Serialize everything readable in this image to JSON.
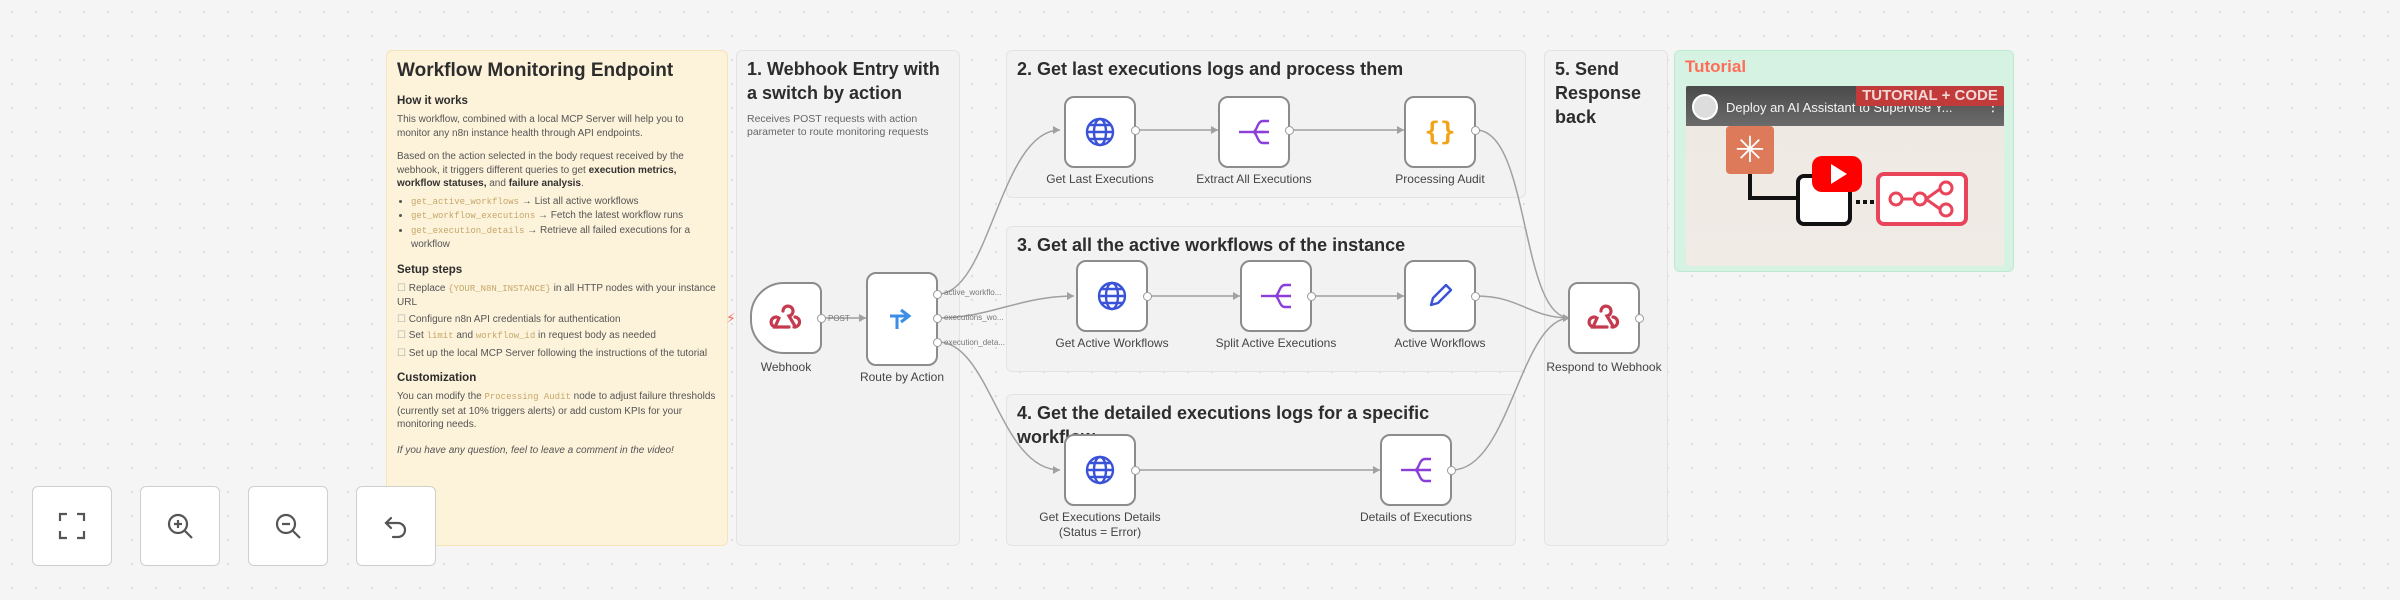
{
  "colors": {
    "canvas": "#f5f5f5",
    "accent": "#ff6d5a",
    "purple": "#8b3fd8",
    "blue": "#3a52d8",
    "orange": "#f2a418"
  },
  "notes": {
    "main": {
      "title": "Workflow Monitoring Endpoint",
      "how_title": "How it works",
      "how_p1": "This workflow, combined with a local MCP Server will help you to monitor any n8n instance health through API endpoints.",
      "how_p2a": "Based on the action selected in the body request received by the webhook, it triggers different queries to get ",
      "how_p2b": "execution metrics, workflow statuses,",
      "how_p2c": " and ",
      "how_p2d": "failure analysis",
      "how_p2e": ".",
      "bullets": [
        {
          "code": "get_active_workflows",
          "text": " → List all active workflows"
        },
        {
          "code": "get_workflow_executions",
          "text": " → Fetch the latest workflow runs"
        },
        {
          "code": "get_execution_details",
          "text": " → Retrieve all failed executions for a workflow"
        }
      ],
      "setup_title": "Setup steps",
      "setup": [
        {
          "a": "Replace ",
          "code": "{YOUR_N8N_INSTANCE}",
          "b": " in all HTTP nodes with your instance URL"
        },
        {
          "a": "Configure n8n API credentials for authentication",
          "code": "",
          "b": ""
        },
        {
          "a": "Set ",
          "code": "limit",
          "b": " and ",
          "code2": "workflow_id",
          "c": " in request body as needed"
        },
        {
          "a": "Set up the local MCP Server following the instructions of the tutorial",
          "code": "",
          "b": ""
        }
      ],
      "custom_title": "Customization",
      "custom_a": "You can modify the ",
      "custom_code": "Processing Audit",
      "custom_b": " node to adjust failure thresholds (currently set at 10% triggers alerts) or add custom KPIs for your monitoring needs.",
      "footer": "If you have any question, feel to leave a comment in the video!"
    },
    "s1": {
      "title": "1. Webhook Entry with a switch by action",
      "desc": "Receives POST requests with action parameter to route monitoring requests"
    },
    "s2": {
      "title": "2. Get last executions logs and process them"
    },
    "s3": {
      "title": "3. Get all the active workflows of the instance"
    },
    "s4": {
      "title": "4. Get the detailed executions logs for a specific workflow"
    },
    "s5": {
      "title": "5. Send Response back"
    },
    "tutorial": {
      "title": "Tutorial",
      "video_title": "Deploy an AI Assistant to Supervise Y...",
      "badge": "TUTORIAL + CODE"
    }
  },
  "nodes": {
    "webhook": "Webhook",
    "route": "Route by Action",
    "get_last": "Get Last Executions",
    "extract_all": "Extract All Executions",
    "processing": "Processing Audit",
    "get_active": "Get Active Workflows",
    "split_active": "Split Active Executions",
    "active_wf": "Active Workflows",
    "get_details_1": "Get Executions Details",
    "get_details_2": "(Status = Error)",
    "details": "Details of Executions",
    "respond": "Respond to Webhook"
  },
  "ports": {
    "post": "POST",
    "out1": "active_workflo...",
    "out2": "executions_wo...",
    "out3": "execution_deta..."
  },
  "controls": {
    "fit": "fit-view",
    "zoom_in": "zoom-in",
    "zoom_out": "zoom-out",
    "undo": "undo"
  }
}
